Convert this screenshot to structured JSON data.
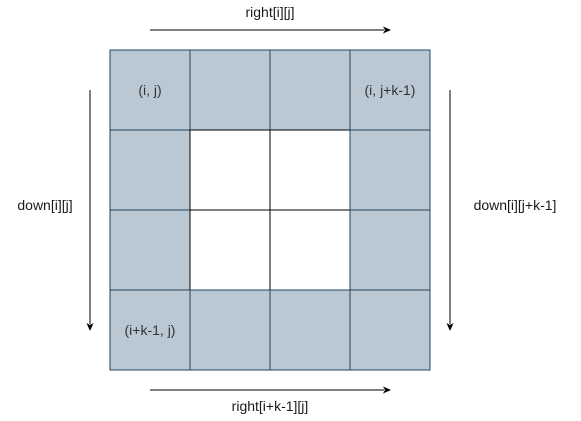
{
  "colors": {
    "border_cell_fill": "#bac8d3",
    "border_cell_stroke": "#23445d",
    "inner_cell_fill": "#ffffff",
    "arrow": "#000000"
  },
  "grid": {
    "rows": 4,
    "cols": 4,
    "cells": [
      [
        "(i, j)",
        "",
        "",
        "(i, j+k-1)"
      ],
      [
        "",
        "",
        "",
        ""
      ],
      [
        "",
        "",
        "",
        ""
      ],
      [
        "(i+k-1, j)",
        "",
        "",
        ""
      ]
    ]
  },
  "arrows": {
    "top": {
      "label": "right[i][j]",
      "direction": "right"
    },
    "bottom": {
      "label": "right[i+k-1][j]",
      "direction": "right"
    },
    "left": {
      "label": "down[i][j]",
      "direction": "down"
    },
    "right": {
      "label": "down[i][j+k-1]",
      "direction": "down"
    }
  }
}
